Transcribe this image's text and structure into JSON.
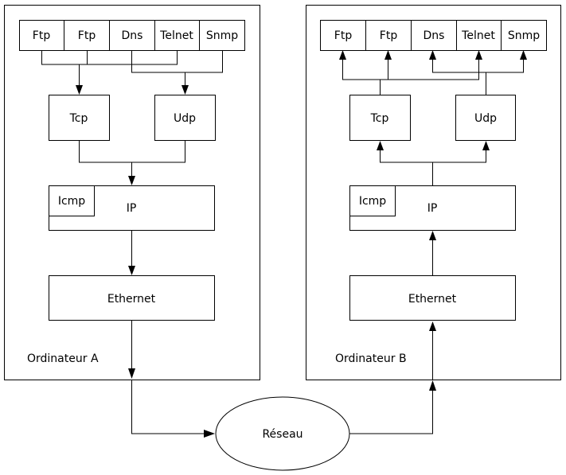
{
  "computer_a": {
    "label": "Ordinateur A",
    "apps": [
      "Ftp",
      "Ftp",
      "Dns",
      "Telnet",
      "Snmp"
    ],
    "tcp": "Tcp",
    "udp": "Udp",
    "ip": "IP",
    "icmp": "Icmp",
    "ethernet": "Ethernet"
  },
  "computer_b": {
    "label": "Ordinateur B",
    "apps": [
      "Ftp",
      "Ftp",
      "Dns",
      "Telnet",
      "Snmp"
    ],
    "tcp": "Tcp",
    "udp": "Udp",
    "ip": "IP",
    "icmp": "Icmp",
    "ethernet": "Ethernet"
  },
  "network": {
    "label": "Réseau"
  }
}
